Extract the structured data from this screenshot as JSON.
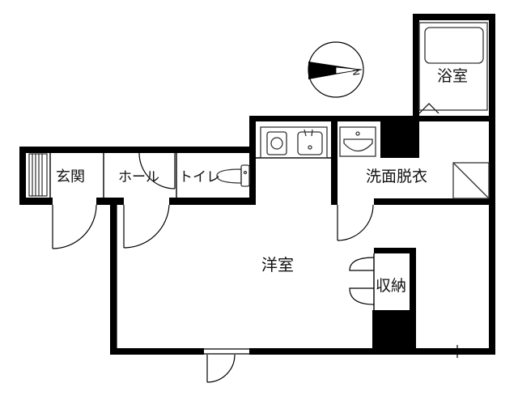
{
  "rooms": {
    "bath": "浴室",
    "washroom": "洗面脱衣",
    "entrance": "玄関",
    "hall": "ホール",
    "toilet": "トイレ",
    "western_room": "洋室",
    "storage": "収納"
  },
  "compass": {
    "north_label": "N"
  },
  "colors": {
    "wall": "#000000",
    "fixture_line": "#333333",
    "background": "#ffffff"
  }
}
